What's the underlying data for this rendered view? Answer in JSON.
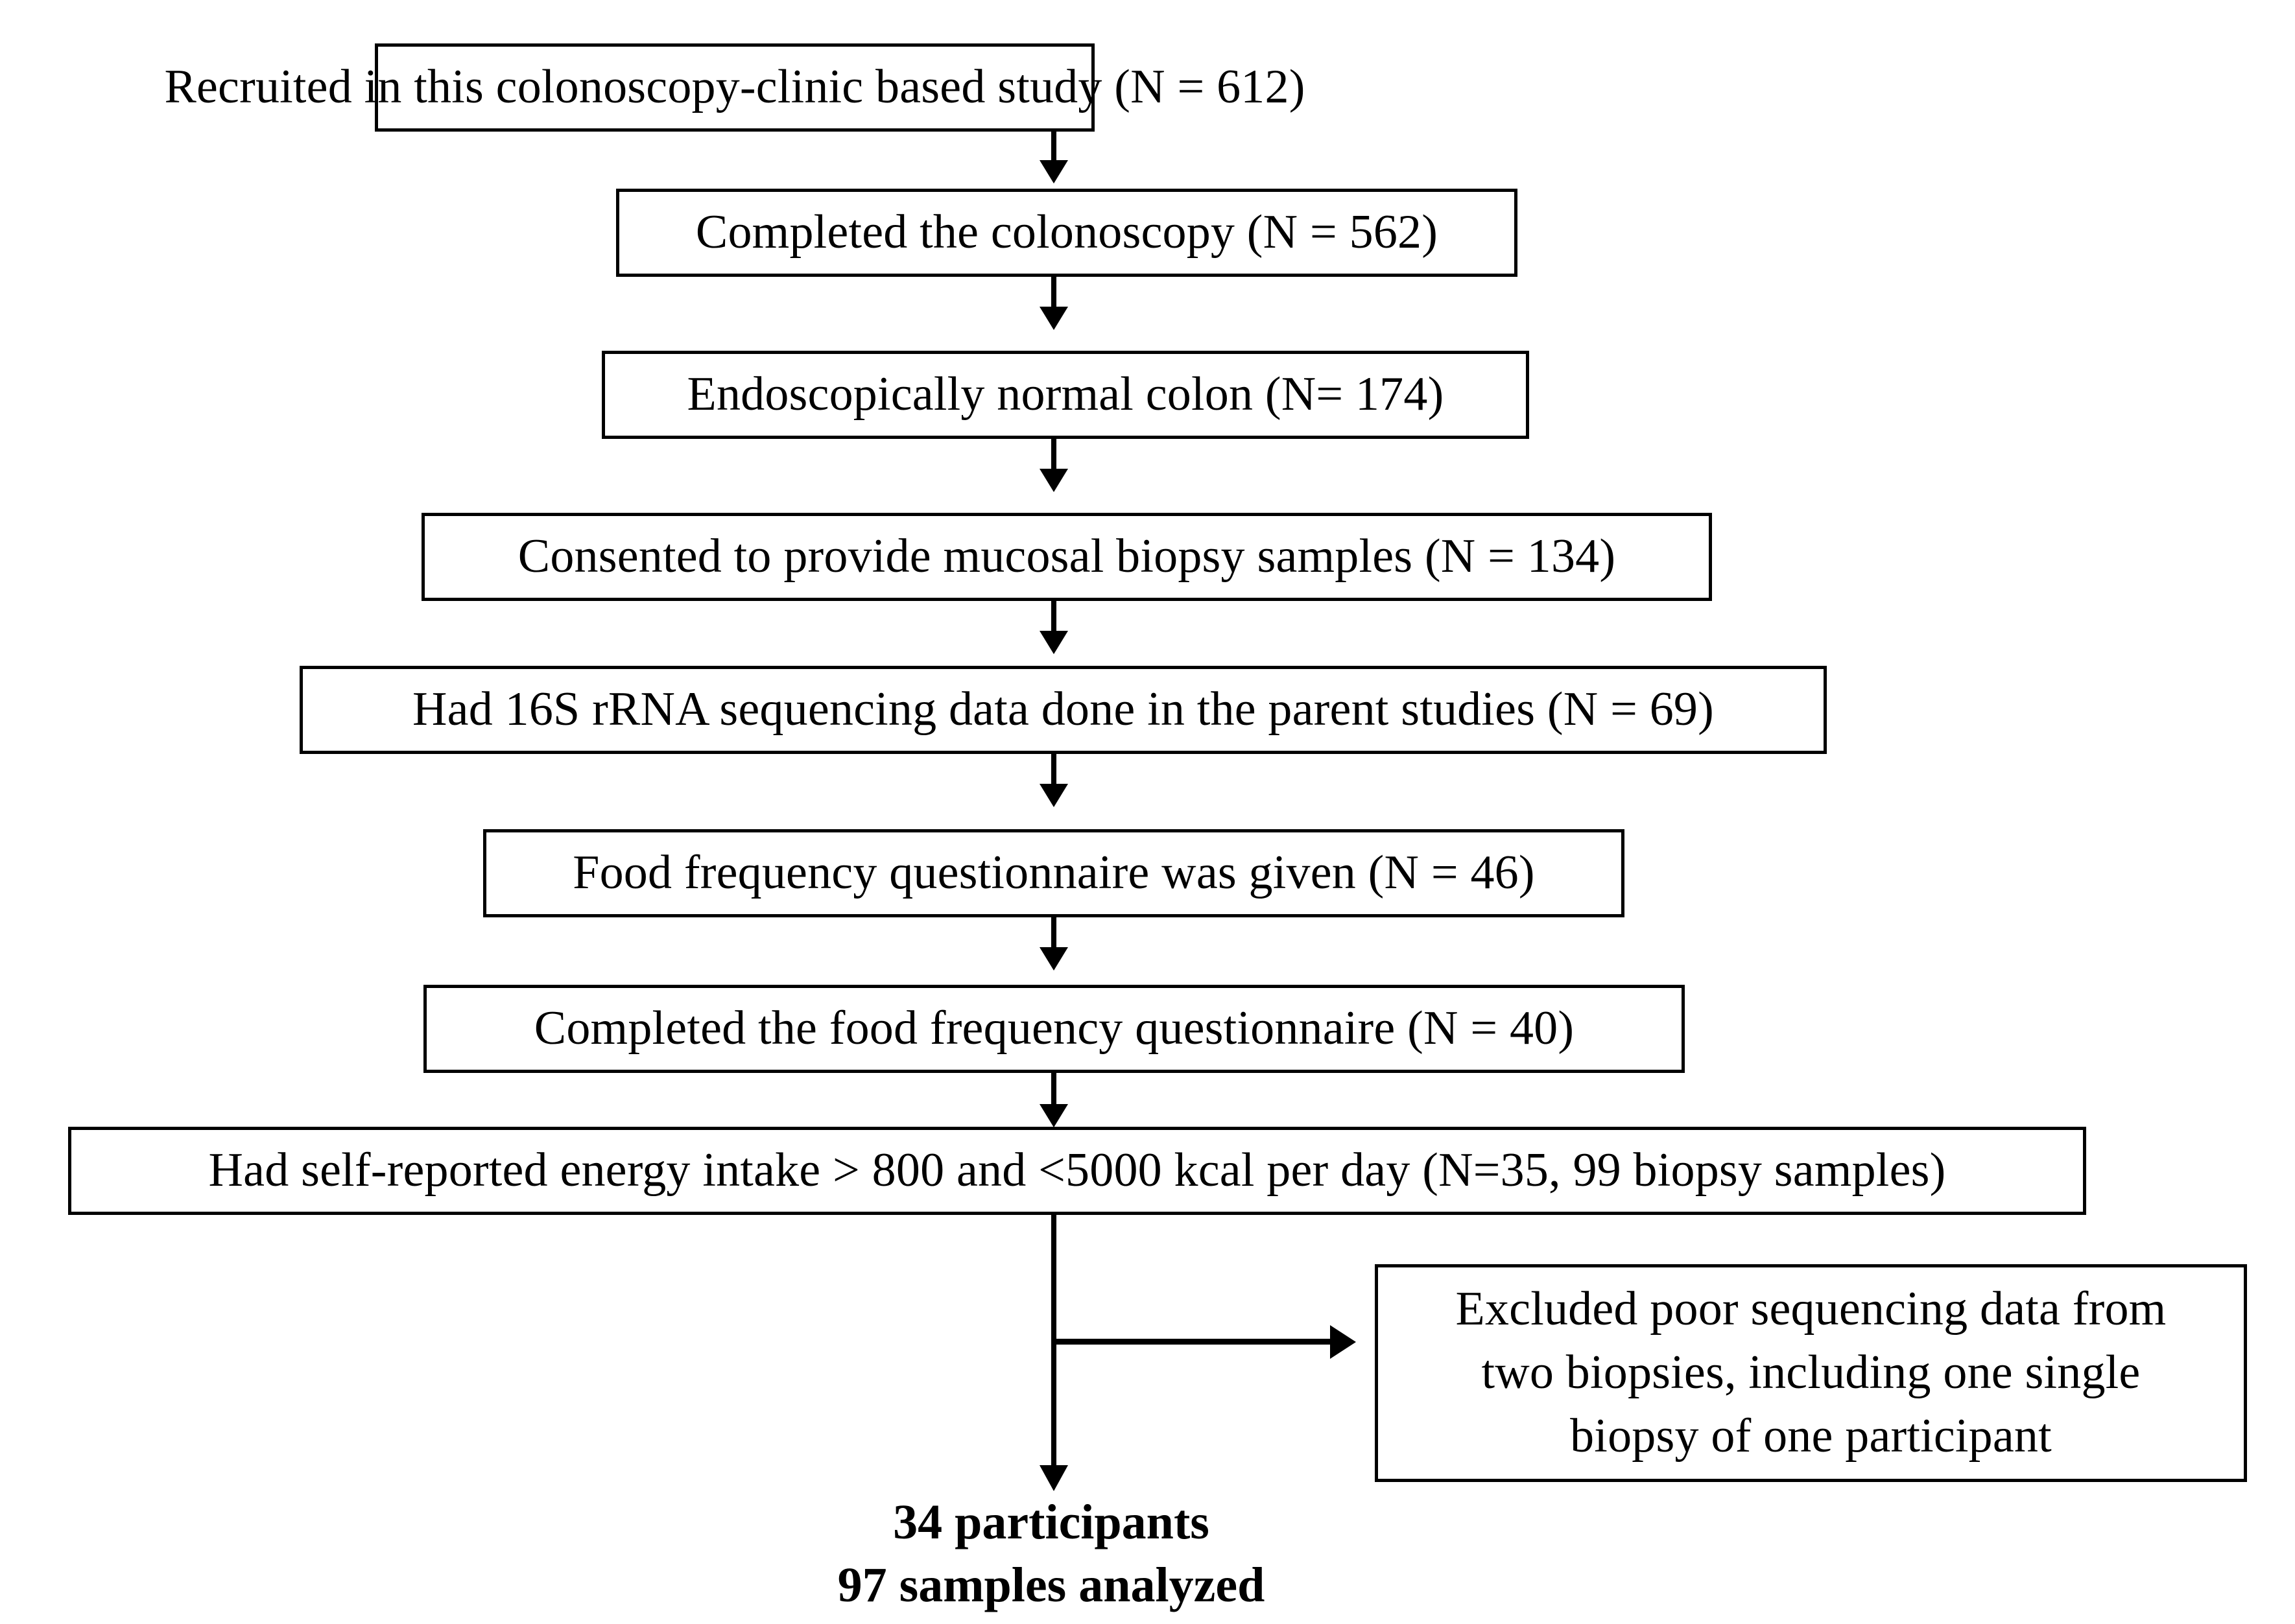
{
  "figure": {
    "type": "flowchart",
    "orientation": "top-to-bottom",
    "background_color": "#ffffff",
    "line_color": "#000000",
    "text_color": "#000000"
  },
  "nodes": [
    {
      "id": "recruited",
      "text": "Recruited in this colonoscopy-clinic based study (N = 612)",
      "n": 612
    },
    {
      "id": "completed-colonoscopy",
      "text": "Completed the colonoscopy (N = 562)",
      "n": 562
    },
    {
      "id": "normal-colon",
      "text": "Endoscopically normal colon (N= 174)",
      "n": 174
    },
    {
      "id": "consented-biopsy",
      "text": "Consented to provide mucosal biopsy samples (N = 134)",
      "n": 134
    },
    {
      "id": "sequencing-data",
      "text": "Had 16S rRNA sequencing data done in the parent studies (N = 69)",
      "n": 69
    },
    {
      "id": "ffq-given",
      "text": "Food frequency questionnaire was given (N = 46)",
      "n": 46
    },
    {
      "id": "ffq-completed",
      "text": "Completed the food frequency questionnaire (N = 40)",
      "n": 40
    },
    {
      "id": "energy-intake",
      "text": "Had self-reported energy intake > 800 and <5000 kcal per day (N=35, 99 biopsy samples)",
      "n": 35,
      "biopsy_samples": 99
    }
  ],
  "exclusion": {
    "id": "excluded-poor-sequencing",
    "line1": "Excluded poor sequencing data from",
    "line2": "two biopsies, including one single",
    "line3": "biopsy of one participant"
  },
  "final": {
    "participants_line": "34 participants",
    "samples_line": "97 samples analyzed",
    "participants": 34,
    "samples": 97
  }
}
